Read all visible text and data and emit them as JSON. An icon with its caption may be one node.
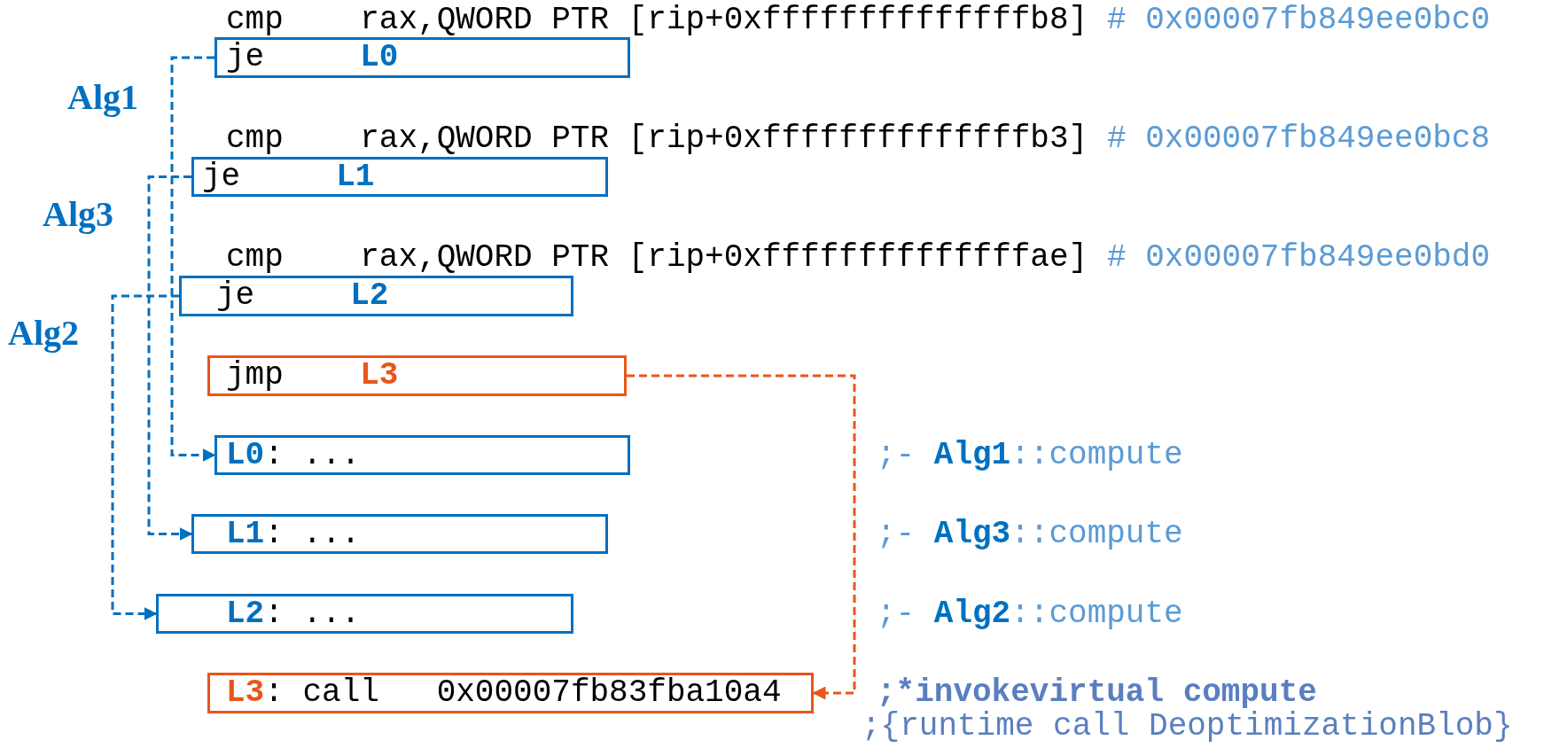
{
  "diagram": {
    "nodes": [
      {
        "text": [
          "je     **L0**"
        ]
      },
      {
        "text": [
          "je     **L1**"
        ]
      },
      {
        "text": [
          "je     **L2**"
        ]
      },
      {
        "text": [
          "jmp    **L3**"
        ]
      },
      {
        "text": [
          "**L0**: ..."
        ]
      },
      {
        "text": [
          "**L1**: ..."
        ]
      },
      {
        "text": [
          "**L2**: ..."
        ]
      },
      {
        "text": [
          "**L3**: call   0x00007fb83fba10a4"
        ]
      }
    ],
    "edges": [
      {
        "from": 0,
        "to": 4,
        "arrow": "to",
        "style": "dashed"
      },
      {
        "from": 1,
        "to": 5,
        "arrow": "to",
        "style": "dashed"
      },
      {
        "from": 2,
        "to": 6,
        "arrow": "to",
        "style": "dashed"
      },
      {
        "from": 3,
        "to": 7,
        "arrow": "to",
        "style": "dashed",
        "color": "#e8561b"
      }
    ],
    "labels": [
      "cmp    rax,QWORD PTR [rip+0xffffffffffffffb8]",
      "# 0x00007fb849ee0bc0",
      "Alg1",
      "cmp    rax,QWORD PTR [rip+0xffffffffffffffb3]",
      "# 0x00007fb849ee0bc8",
      "Alg3",
      "cmp    rax,QWORD PTR [rip+0xffffffffffffffae]",
      "# 0x00007fb849ee0bd0",
      "Alg2",
      ";- **Alg1**::compute",
      ";- **Alg3**::compute",
      ";- **Alg2**::compute",
      ";*invokevirtual compute",
      ";{runtime call DeoptimizationBlob}"
    ]
  }
}
